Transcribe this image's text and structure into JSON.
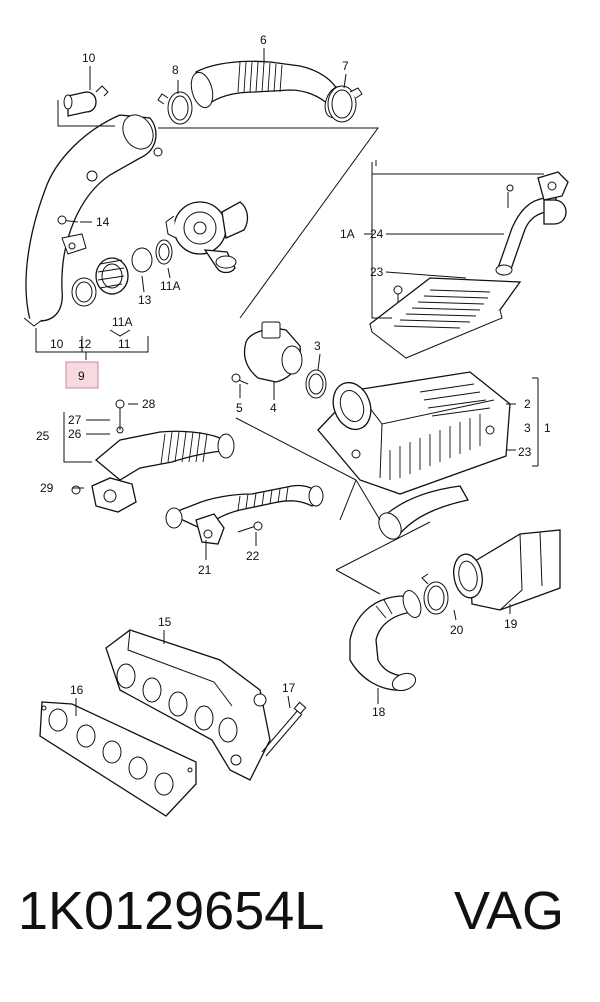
{
  "diagram": {
    "labels": {
      "l1": "1",
      "l1A": "1A",
      "l2": "2",
      "l3a": "3",
      "l3b": "3",
      "l4": "4",
      "l5": "5",
      "l6": "6",
      "l7": "7",
      "l8": "8",
      "l9": "9",
      "l10a": "10",
      "l10b": "10",
      "l11": "11",
      "l11A_a": "11A",
      "l11A_b": "11A",
      "l12": "12",
      "l13": "13",
      "l14": "14",
      "l15": "15",
      "l16": "16",
      "l17": "17",
      "l18": "18",
      "l19": "19",
      "l20": "20",
      "l21": "21",
      "l22": "22",
      "l23a": "23",
      "l23b": "23",
      "l24": "24",
      "l25": "25",
      "l26": "26",
      "l27": "27",
      "l28": "28",
      "l29": "29"
    },
    "highlighted_callout": "9"
  },
  "footer": {
    "part_number": "1K0129654L",
    "brand": "VAG"
  }
}
